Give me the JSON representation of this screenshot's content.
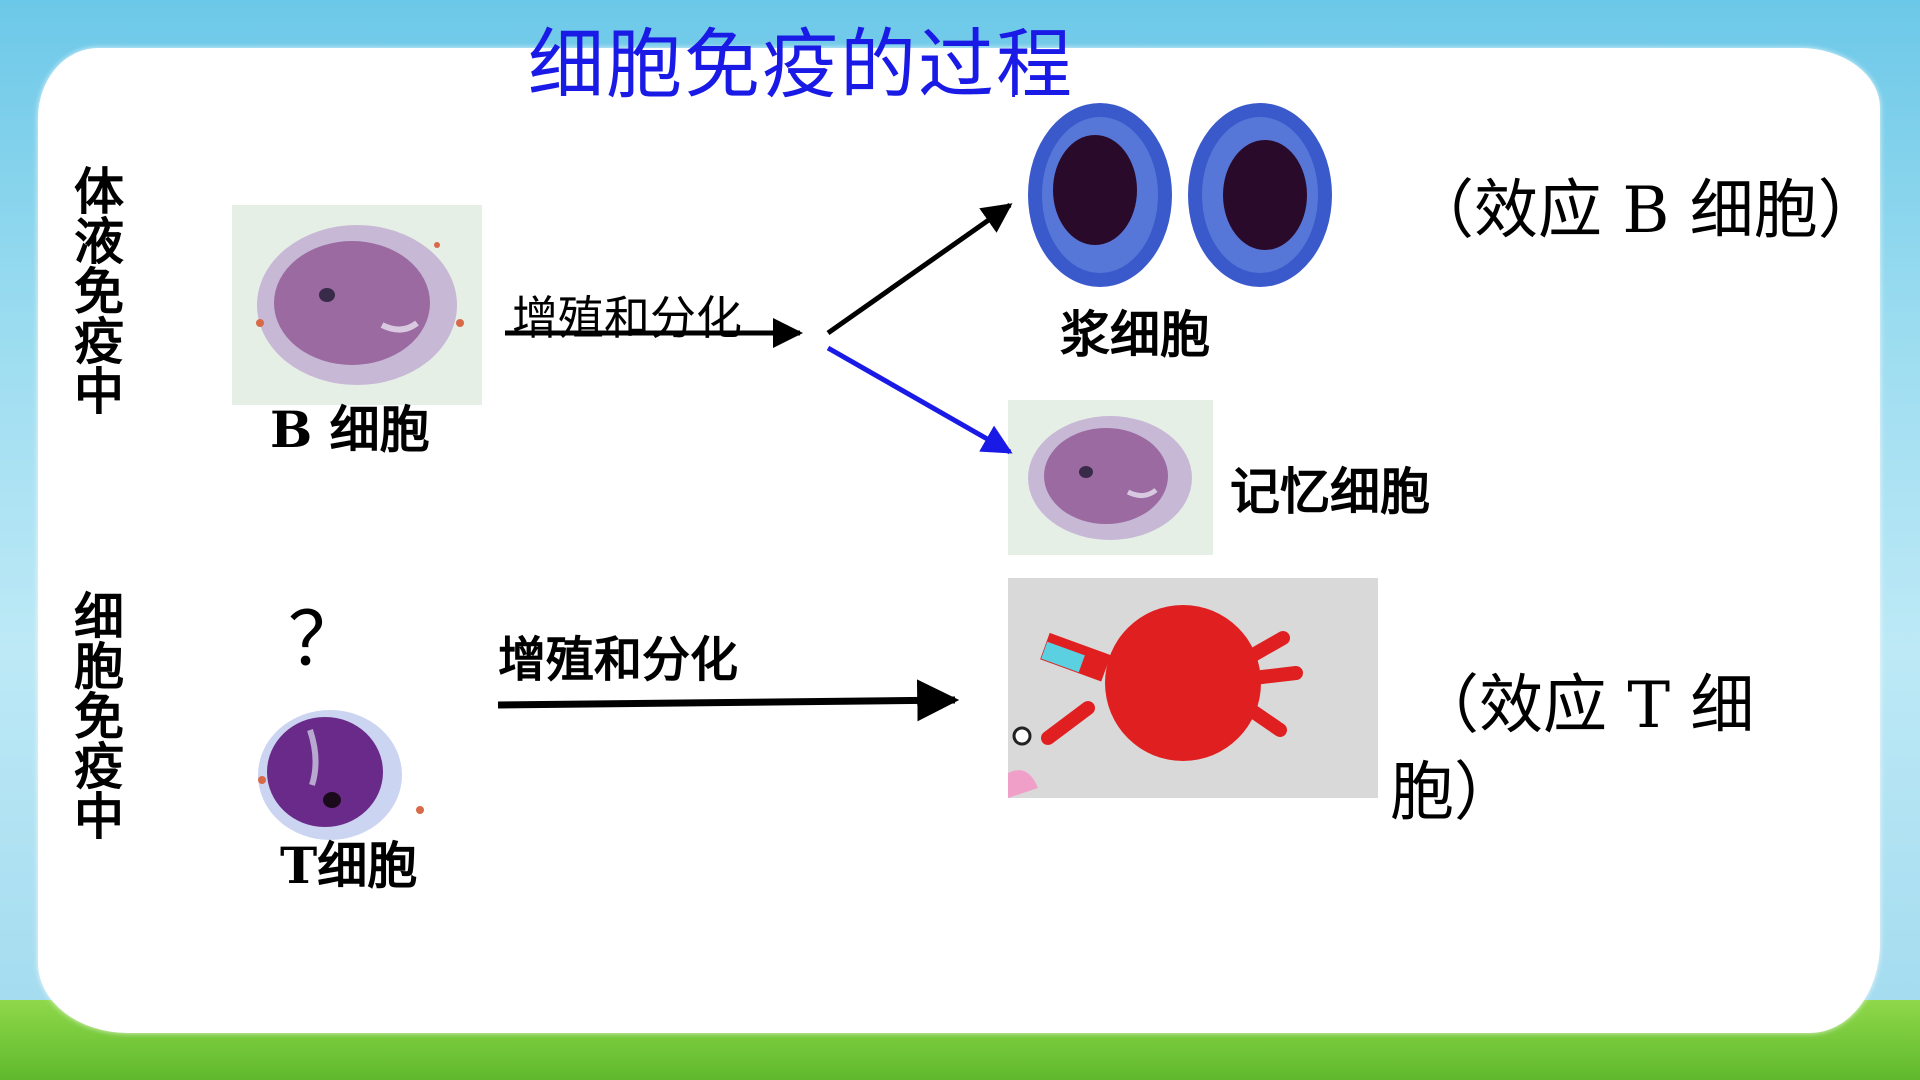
{
  "title": "细胞免疫的过程",
  "side_labels": {
    "humoral": "体液免疫中",
    "cellular": "细胞免疫中"
  },
  "humoral": {
    "b_cell_label": "B 细胞",
    "process_label": "增殖和分化",
    "plasma_cell_label": "浆细胞",
    "effector_b_label": "（效应 B 细胞）",
    "memory_cell_label": "记忆细胞"
  },
  "cellular": {
    "question_mark": "？",
    "t_cell_label": "T细胞",
    "process_label": "增殖和分化",
    "effector_t_label_line1": "（效应 T 细",
    "effector_t_label_line2": "胞）"
  },
  "colors": {
    "title": "#1a1ae6",
    "arrow_black": "#000000",
    "arrow_blue": "#1a1ae6",
    "b_cell_nucleus": "#8a4a8a",
    "plasma_cell_cytoplasm": "#3a5acc",
    "t_cell_nucleus": "#6a2a8a",
    "effector_t_body": "#e02020"
  }
}
